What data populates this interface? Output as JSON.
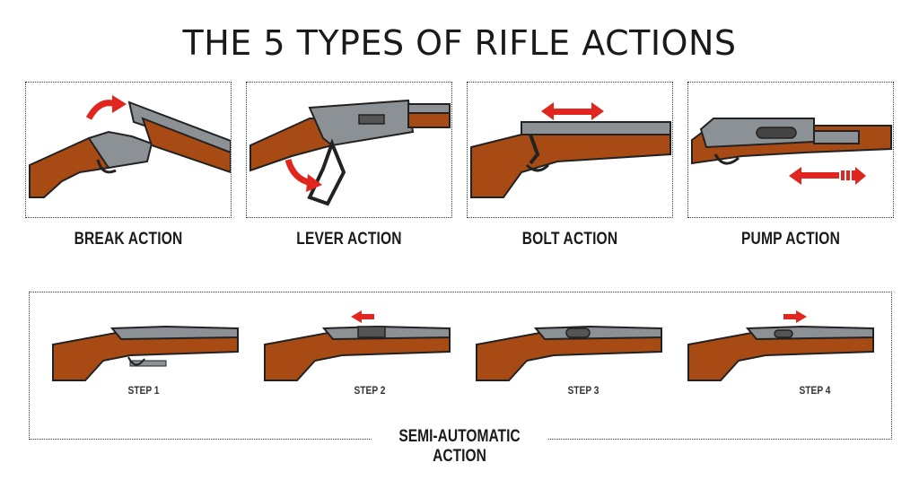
{
  "title": "THE 5 TYPES OF RIFLE ACTIONS",
  "actions": [
    {
      "label": "BREAK ACTION",
      "icon": "break-action-rifle-icon"
    },
    {
      "label": "LEVER ACTION",
      "icon": "lever-action-rifle-icon"
    },
    {
      "label": "BOLT ACTION",
      "icon": "bolt-action-rifle-icon"
    },
    {
      "label": "PUMP ACTION",
      "icon": "pump-action-rifle-icon"
    }
  ],
  "semi_auto": {
    "label": "SEMI-AUTOMATIC ACTION",
    "steps": [
      "STEP 1",
      "STEP 2",
      "STEP 3",
      "STEP 4"
    ]
  },
  "colors": {
    "stock": "#a84a14",
    "metal": "#8c9196",
    "arrow": "#e0261f"
  }
}
